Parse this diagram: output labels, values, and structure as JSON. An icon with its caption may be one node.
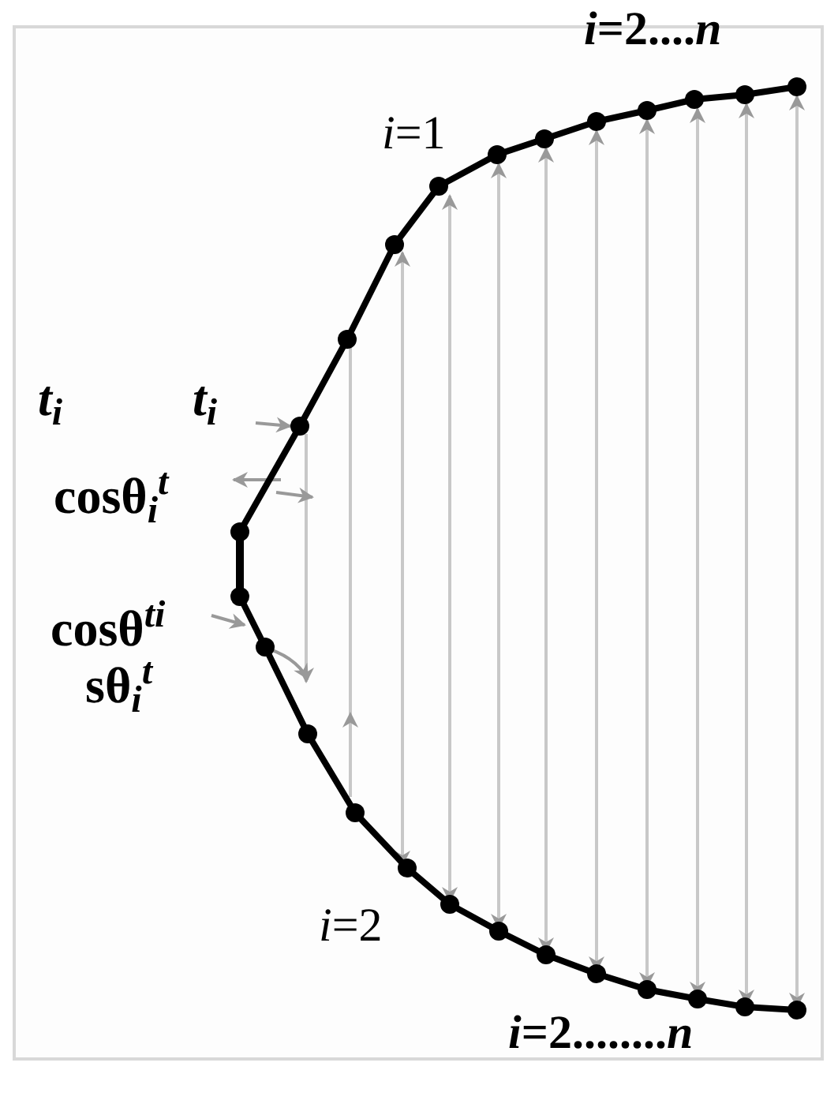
{
  "diagram": {
    "labels": [
      "*i*=2....*n*",
      "*i*=1",
      "*t*$_{i}$",
      "*t*$_{i}$",
      "cosθ$_{i}$$^{t}$",
      "cosθ$^{t}$$^{i}$",
      "sθ$_{i}$$^{t}$",
      "*i*=2",
      "*i*=2........*n*"
    ]
  }
}
